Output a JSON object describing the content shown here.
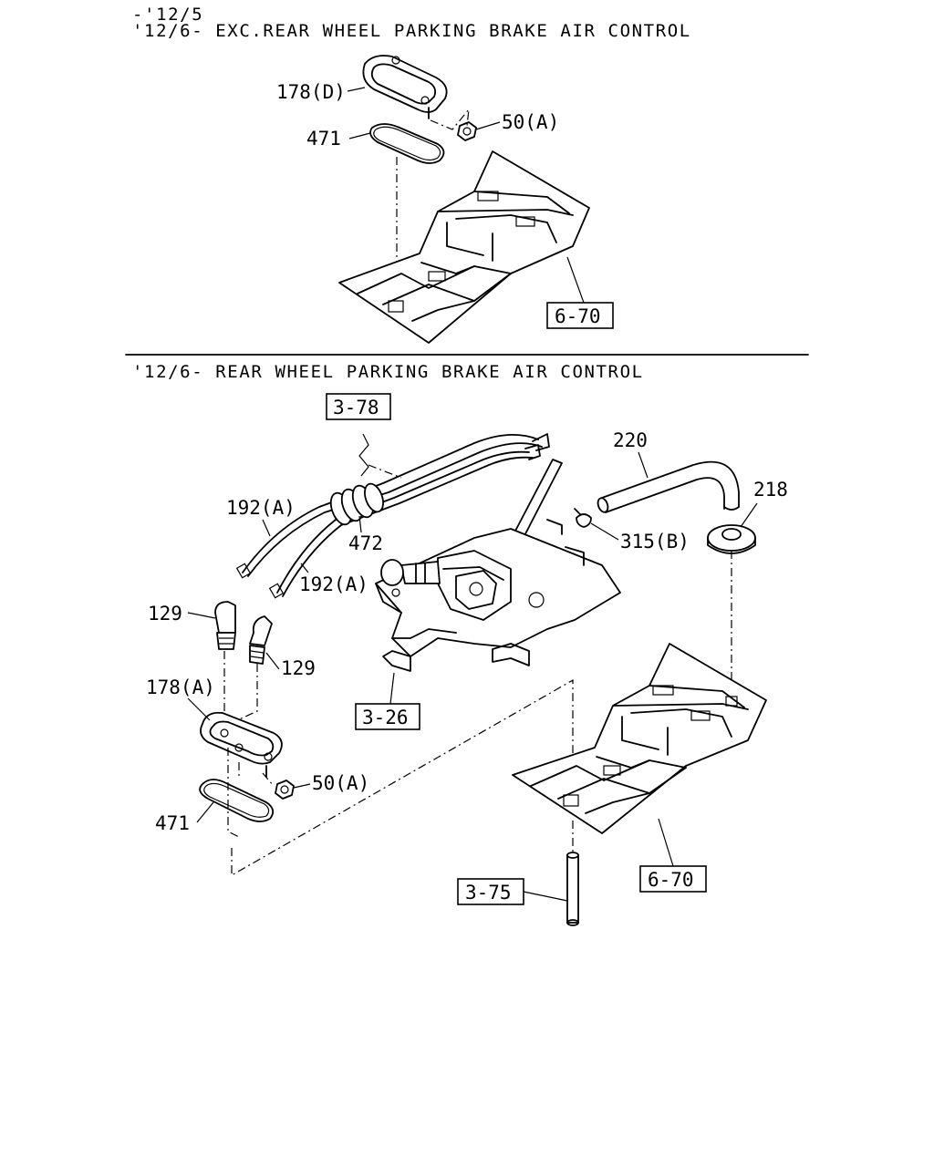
{
  "header": {
    "line1": "-'12/5",
    "line2": "'12/6- EXC.REAR WHEEL PARKING BRAKE AIR CONTROL"
  },
  "section2": {
    "title": "'12/6- REAR WHEEL PARKING BRAKE AIR CONTROL"
  },
  "labels": {
    "top_178d": "178(D)",
    "top_50a": "50(A)",
    "top_471": "471",
    "top_ref_670": "6-70",
    "ref_378": "3-78",
    "p220": "220",
    "p218": "218",
    "p192a_upper": "192(A)",
    "p472": "472",
    "p315b": "315(B)",
    "p192a_lower": "192(A)",
    "p129_left": "129",
    "p129_right": "129",
    "p178a": "178(A)",
    "ref_326": "3-26",
    "p50a": "50(A)",
    "p471": "471",
    "ref_670": "6-70",
    "ref_375": "3-75"
  }
}
